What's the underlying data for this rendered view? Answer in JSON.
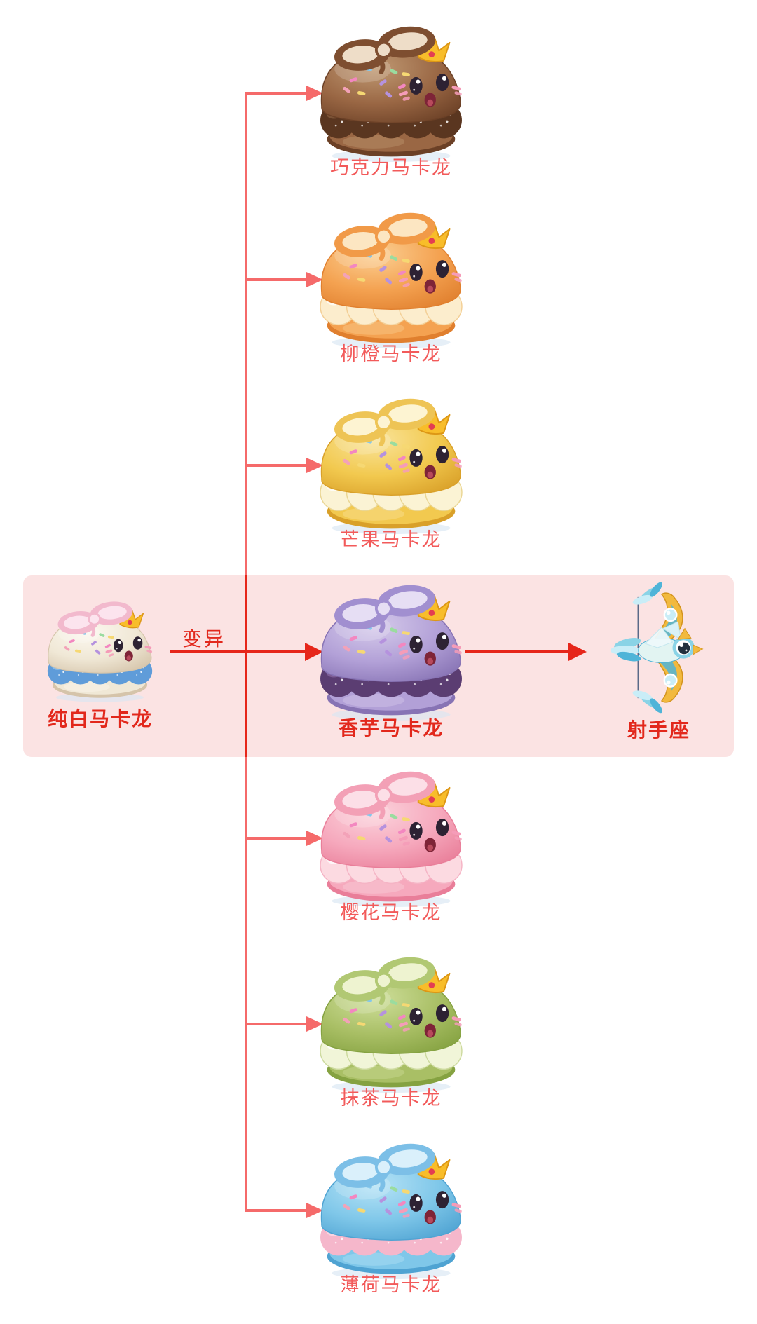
{
  "diagram": {
    "colors": {
      "page-bg": "#ffffff",
      "band": "#fbe3e3",
      "tree": "#f56a6a",
      "hot": "#e6261a",
      "label": "#f25a5a",
      "label-hot": "#e2281c"
    },
    "mutation_label": "变异",
    "source": {
      "name": "纯白马卡龙",
      "palette": {
        "shell": "#f0e8d6",
        "shellLight": "#fcf8f0",
        "shellDark": "#d5c4aa",
        "bow": "#f2b9cd",
        "bowLight": "#fce4ee",
        "filling": "#5f9cd9",
        "fillingLight": "#8fc0ea",
        "fillingShade": "#4a7fbe",
        "fillingStyle": "berry"
      }
    },
    "branches": [
      {
        "name": "巧克力马卡龙",
        "palette": {
          "shell": "#9a6744",
          "shellLight": "#c09a74",
          "shellDark": "#6b4026",
          "bow": "#7e4e30",
          "bowLight": "#eeddc8",
          "filling": "#5a3620",
          "fillingLight": "#7e5638",
          "fillingShade": "#452612",
          "fillingStyle": "berry"
        }
      },
      {
        "name": "柳橙马卡龙",
        "palette": {
          "shell": "#f4a251",
          "shellLight": "#fbd094",
          "shellDark": "#e07f2e",
          "bow": "#f19a48",
          "bowLight": "#fce6c2",
          "filling": "#fcedcd",
          "fillingLight": "#fffaf0",
          "fillingShade": "#f3cf96",
          "fillingStyle": "cream"
        }
      },
      {
        "name": "芒果马卡龙",
        "palette": {
          "shell": "#f2c94f",
          "shellLight": "#f9e49c",
          "shellDark": "#d9a029",
          "bow": "#eec455",
          "bowLight": "#fdf4d2",
          "filling": "#fbf3d4",
          "fillingLight": "#fffcf2",
          "fillingShade": "#ead694",
          "fillingStyle": "cream"
        }
      },
      {
        "name": "香芋马卡龙",
        "palette": {
          "shell": "#b2a0d7",
          "shellLight": "#d6cbeb",
          "shellDark": "#8773b4",
          "bow": "#a18fd0",
          "bowLight": "#e6def4",
          "filling": "#5b3d72",
          "fillingLight": "#816099",
          "fillingShade": "#472c5c",
          "fillingStyle": "berry"
        }
      },
      {
        "name": "樱花马卡龙",
        "palette": {
          "shell": "#f6a9bd",
          "shellLight": "#fbd3dc",
          "shellDark": "#e97e99",
          "bow": "#f3a0b6",
          "bowLight": "#fcdfe7",
          "filling": "#fcdae1",
          "fillingLight": "#fff2f5",
          "fillingShade": "#f5b4c5",
          "fillingStyle": "cream"
        }
      },
      {
        "name": "抹茶马卡龙",
        "palette": {
          "shell": "#a9bf65",
          "shellLight": "#cfdf9c",
          "shellDark": "#85a241",
          "bow": "#b1c873",
          "bowLight": "#eef3d0",
          "filling": "#f1f5d8",
          "fillingLight": "#fbfdf2",
          "fillingShade": "#cdda9f",
          "fillingStyle": "cream"
        }
      },
      {
        "name": "薄荷马卡龙",
        "palette": {
          "shell": "#7fc7e9",
          "shellLight": "#b7e3f6",
          "shellDark": "#4fa3d2",
          "bow": "#7cbfe7",
          "bowLight": "#daf0fb",
          "filling": "#f5b7cb",
          "fillingLight": "#fbd7e2",
          "fillingShade": "#e893b0",
          "fillingStyle": "berry"
        }
      }
    ],
    "result": {
      "name": "射手座",
      "palette": {
        "gold": "#f2b93e",
        "goldDark": "#d3931d",
        "teal": "#8ad3e6",
        "tealLight": "#c9edf7",
        "tealDeep": "#4fb4d8",
        "body": "#e2f4f2",
        "eye": "#22303e",
        "string": "#5a6a88"
      }
    }
  }
}
